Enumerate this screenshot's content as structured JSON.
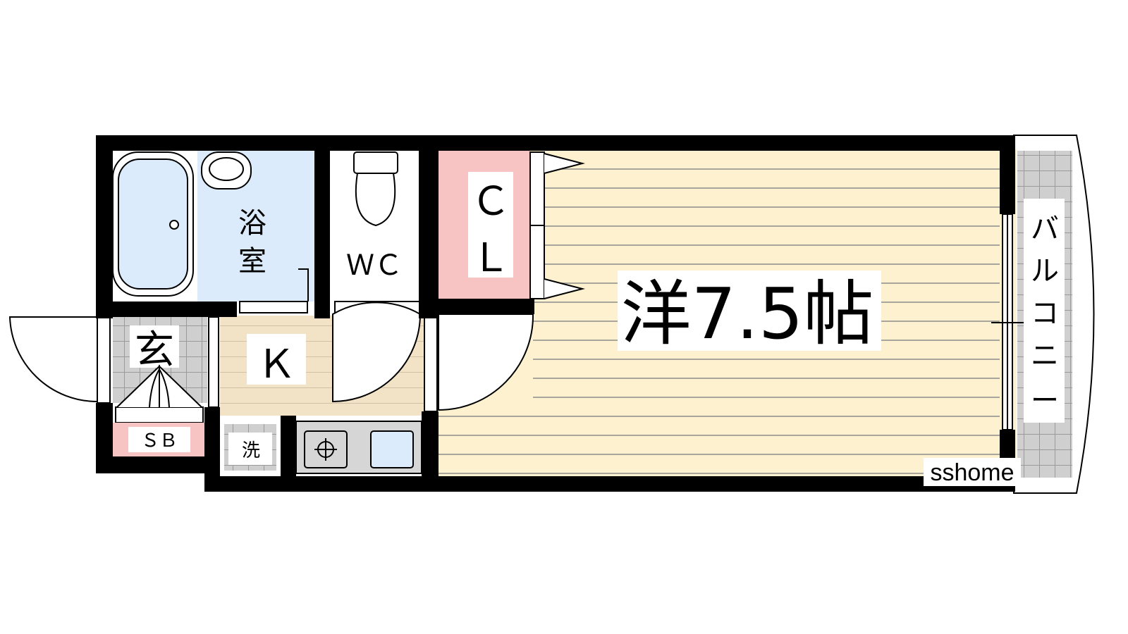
{
  "rooms": {
    "western": "洋7.5帖",
    "bath_line1": "浴",
    "bath_line2": "室",
    "wc": "ＷＣ",
    "closet_line1": "Ｃ",
    "closet_line2": "Ｌ",
    "kitchen": "Ｋ",
    "entrance": "玄",
    "shoe_box": "ＳＢ",
    "washer": "洗",
    "balcony_chars": [
      "バ",
      "ル",
      "コ",
      "ニ",
      "ー"
    ]
  },
  "watermark": "sshome",
  "colors": {
    "wall": "#000000",
    "floor_wood": "#fdf1cf",
    "floor_lines": "#8c8c8c",
    "kitchen_floor": "#f2e2c6",
    "bath_blue": "#dcebfb",
    "closet_pink": "#f8c3c3",
    "tile_gray": "#c8c8c8"
  }
}
